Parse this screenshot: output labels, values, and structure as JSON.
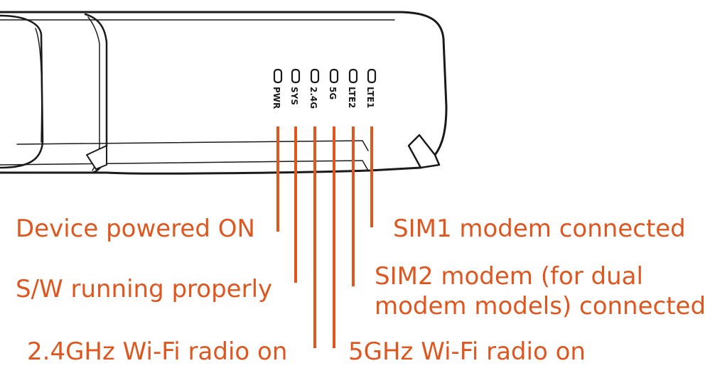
{
  "colors": {
    "accent": "#e0561f",
    "outline": "#1a1a1a",
    "device_fill": "#ffffff"
  },
  "leds": [
    {
      "id": "pwr",
      "label": "PWR"
    },
    {
      "id": "sys",
      "label": "SYS"
    },
    {
      "id": "24g",
      "label": "2.4G"
    },
    {
      "id": "5g",
      "label": "5G"
    },
    {
      "id": "lte2",
      "label": "LTE2"
    },
    {
      "id": "lte1",
      "label": "LTE1"
    }
  ],
  "callouts": {
    "pwr": "Device powered ON",
    "sys": "S/W running properly",
    "g24": "2.4GHz Wi-Fi radio on",
    "g5": "5GHz Wi-Fi radio on",
    "lte1": "SIM1 modem connected",
    "lte2_line1": "SIM2 modem (for dual",
    "lte2_line2": "modem models) connected"
  }
}
